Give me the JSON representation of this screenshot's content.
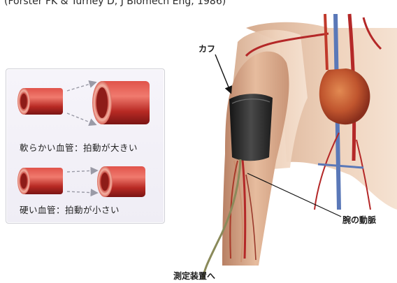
{
  "citation": "(Forster FK & Turney D, J Biomech Eng, 1986)",
  "panel": {
    "soft_vessel_caption": "軟らかい血管：拍動が大きい",
    "hard_vessel_caption": "硬い血管：拍動が小さい"
  },
  "labels": {
    "cuff": "カフ",
    "arm_artery": "腕の動脈",
    "to_device": "測定装置へ"
  },
  "colors": {
    "vessel_red": "#c8322a",
    "vessel_inner": "#f2a99a",
    "skin": "#d9a98a",
    "cuff": "#2b2b2b",
    "artery": "#b42828",
    "vein": "#5a78b8"
  }
}
